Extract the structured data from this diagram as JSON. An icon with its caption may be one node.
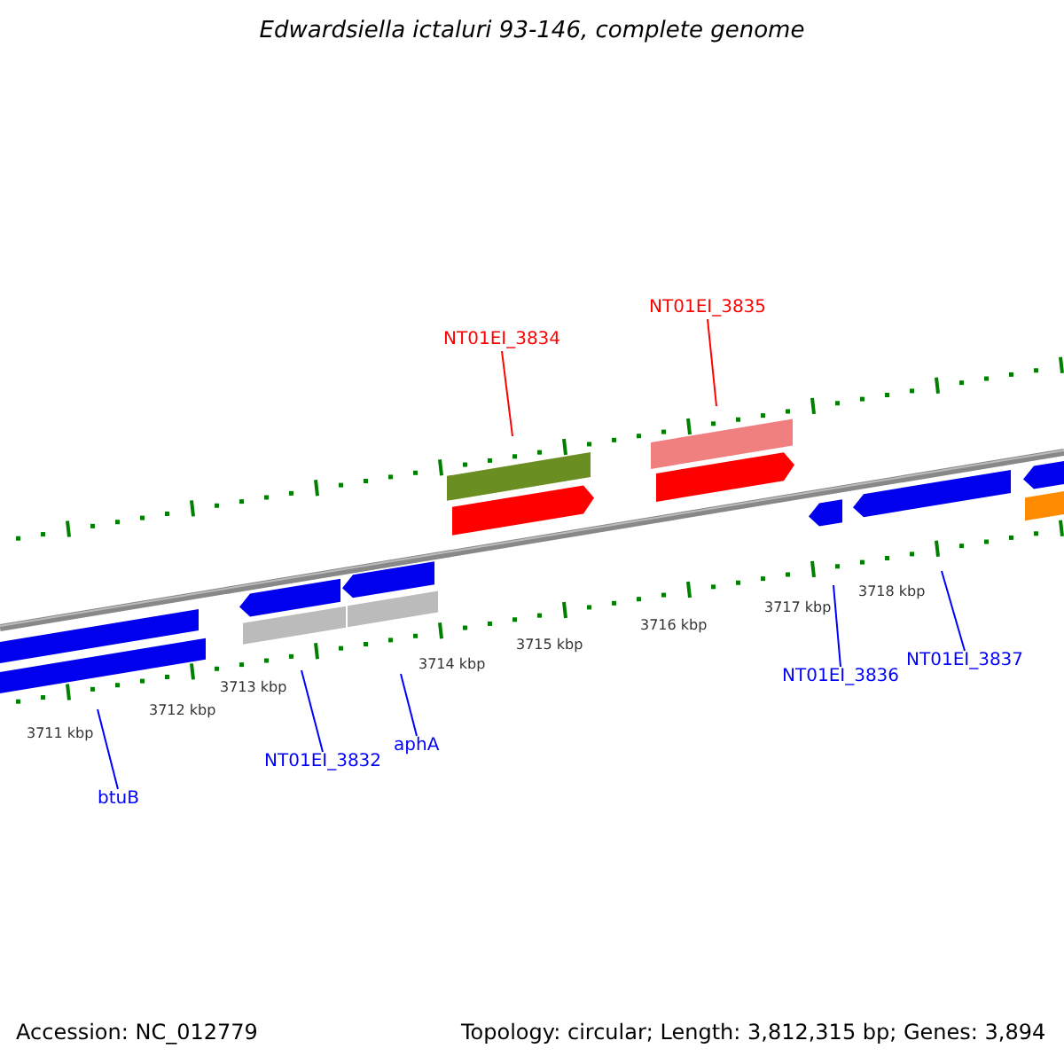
{
  "diagram": {
    "title": "Edwardsiella ictaluri 93-146, complete genome",
    "nodes": [
      {
        "text": [
          "btuB"
        ]
      },
      {
        "text": [
          "NT01EI_3832"
        ]
      },
      {
        "text": [
          "aphA"
        ]
      },
      {
        "text": [
          "NT01EI_3834"
        ]
      },
      {
        "text": [
          "NT01EI_3835"
        ]
      },
      {
        "text": [
          "NT01EI_3836"
        ]
      },
      {
        "text": [
          "NT01EI_3837"
        ]
      }
    ],
    "edges": [
      {
        "from": 0,
        "to": null,
        "arrow": "none"
      },
      {
        "from": 1,
        "to": null,
        "arrow": "none"
      },
      {
        "from": 2,
        "to": null,
        "arrow": "none"
      },
      {
        "from": 3,
        "to": null,
        "arrow": "none",
        "color": "#ff0000"
      },
      {
        "from": 4,
        "to": null,
        "arrow": "none",
        "color": "#ff0000"
      },
      {
        "from": 5,
        "to": null,
        "arrow": "none"
      },
      {
        "from": 6,
        "to": null,
        "arrow": "none"
      }
    ],
    "labels": [
      "3711 kbp",
      "3712 kbp",
      "3713 kbp",
      "3714 kbp",
      "3715 kbp",
      "3716 kbp",
      "3717 kbp",
      "3718 kbp",
      "Accession: NC_012779",
      "Topology: circular; Length: 3,812,315 bp; Genes: 3,894"
    ]
  }
}
